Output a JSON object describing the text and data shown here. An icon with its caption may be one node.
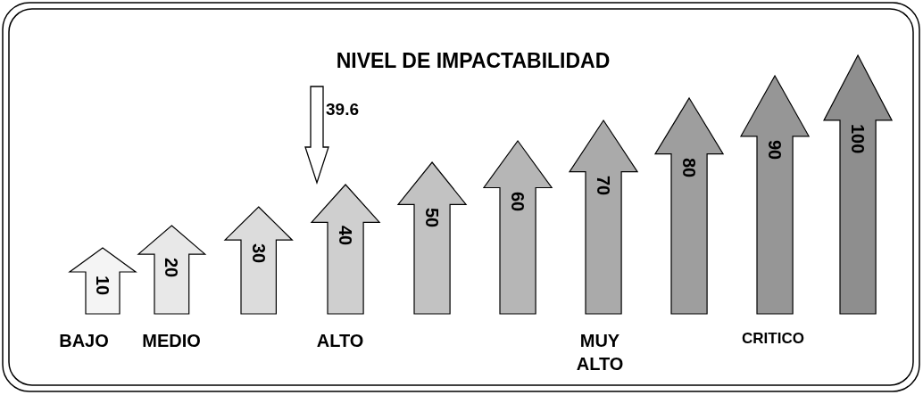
{
  "diagram": {
    "title": "NIVEL DE IMPACTABILIDAD",
    "nodes": [
      {
        "text": [
          "10"
        ]
      },
      {
        "text": [
          "20"
        ]
      },
      {
        "text": [
          "30"
        ]
      },
      {
        "text": [
          "40"
        ]
      },
      {
        "text": [
          "50"
        ]
      },
      {
        "text": [
          "60"
        ]
      },
      {
        "text": [
          "70"
        ]
      },
      {
        "text": [
          "80"
        ]
      },
      {
        "text": [
          "90"
        ]
      },
      {
        "text": [
          "100"
        ]
      }
    ],
    "edges": [
      {
        "from": null,
        "to": 3,
        "arrow": "to",
        "label": "39.6"
      }
    ],
    "labels": [
      "BAJO",
      "MEDIO",
      "ALTO",
      "MUY ALTO",
      "CRITICO"
    ]
  }
}
